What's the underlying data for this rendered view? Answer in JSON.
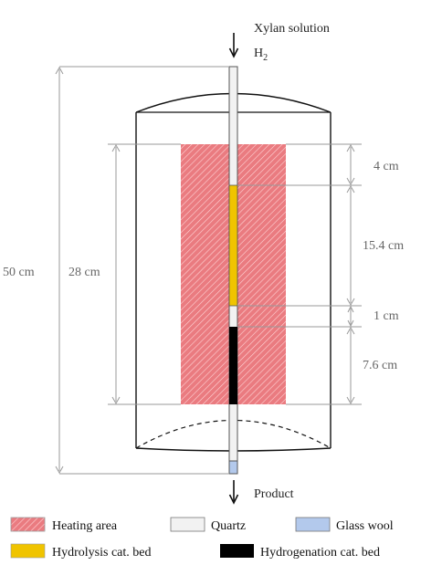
{
  "flows": {
    "inlet_line1": "Xylan solution",
    "inlet_line2_base": "H",
    "inlet_line2_sub": "2",
    "outlet": "Product"
  },
  "dimensions": {
    "total_height": "50 cm",
    "heating_height": "28 cm",
    "seg_top_quartz": "4 cm",
    "seg_hydrolysis": "15.4 cm",
    "seg_mid_quartz": "1 cm",
    "seg_hydrogenation": "7.6 cm"
  },
  "legend": {
    "heating_area": "Heating area",
    "quartz": "Quartz",
    "glass_wool": "Glass wool",
    "hydrolysis_bed": "Hydrolysis cat. bed",
    "hydrogenation_bed": "Hydrogenation cat. bed"
  },
  "colors": {
    "heating": "#e8757a",
    "quartz": "#f2f2f2",
    "glass_wool": "#b3c9ec",
    "hydrolysis": "#f0c400",
    "hydrogenation": "#000000",
    "dimension_line": "#9a9a9a"
  },
  "icons": {
    "inlet": "arrow-down-icon",
    "outlet": "arrow-down-icon"
  }
}
